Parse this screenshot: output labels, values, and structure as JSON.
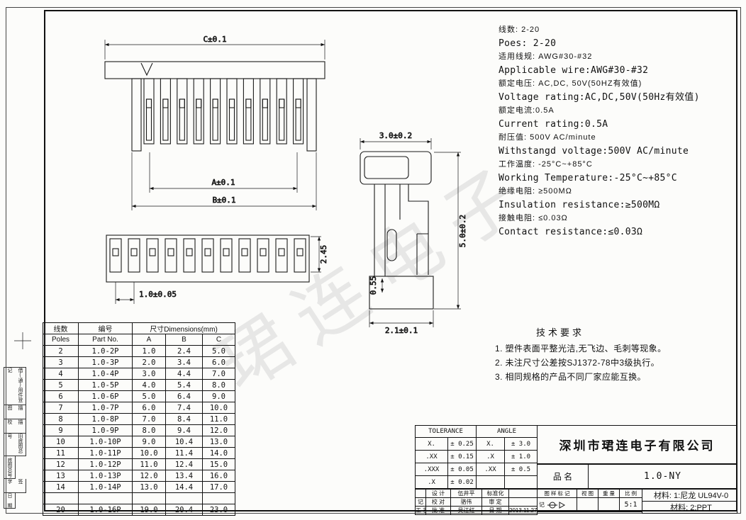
{
  "watermark": "珺连电子",
  "dims": {
    "front_width_c": "C±0.1",
    "front_width_a": "A±0.1",
    "front_width_b": "B±0.1",
    "plan_height": "2.45",
    "plan_pitch": "1.0±0.05",
    "side_top_width": "3.0±0.2",
    "side_height": "5.0±0.2",
    "side_gap": "0.55",
    "side_bottom_width": "2.1±0.1"
  },
  "specs": [
    {
      "lang": "zh",
      "text": "线数: 2-20"
    },
    {
      "lang": "en",
      "text": "Poes: 2-20"
    },
    {
      "lang": "zh",
      "text": "适用线规: AWG#30-#32"
    },
    {
      "lang": "en",
      "text": "Applicable wire:AWG#30-#32"
    },
    {
      "lang": "zh",
      "text": "额定电压: AC,DC, 50V(50HZ有效值)"
    },
    {
      "lang": "en",
      "text": "Voltage rating:AC,DC,50V(50Hz有效值)"
    },
    {
      "lang": "zh",
      "text": "额定电流:0.5A"
    },
    {
      "lang": "en",
      "text": "Current rating:0.5A"
    },
    {
      "lang": "zh",
      "text": "耐压值: 500V AC/minute"
    },
    {
      "lang": "en",
      "text": "Withstangd voltage:500V AC/minute"
    },
    {
      "lang": "zh",
      "text": "工作温度: -25°C~+85°C"
    },
    {
      "lang": "en",
      "text": "Working Temperature:-25°C~+85°C"
    },
    {
      "lang": "zh",
      "text": "绝缘电阻: ≥500MΩ"
    },
    {
      "lang": "en",
      "text": "Insulation resistance:≥500MΩ"
    },
    {
      "lang": "zh",
      "text": "接触电阻: ≤0.03Ω"
    },
    {
      "lang": "en",
      "text": "Contact resistance:≤0.03Ω"
    }
  ],
  "tech_requirements": {
    "title": "技术要求",
    "items": [
      "1. 塑件表面平整光洁,无飞边、毛刺等现象。",
      "2. 未注尺寸公差按SJ1372-78中3级执行。",
      "3. 相同规格的产品不同厂家应能互换。"
    ]
  },
  "parts_table": {
    "headers": {
      "poles_zh": "线数",
      "poles_en": "Poles",
      "part_zh": "编号",
      "part_en": "Part No.",
      "dims_group": "尺寸Dimensions(mm)",
      "col_a": "A",
      "col_b": "B",
      "col_c": "C"
    },
    "rows": [
      [
        "2",
        "1.0-2P",
        "1.0",
        "2.4",
        "5.0"
      ],
      [
        "3",
        "1.0-3P",
        "2.0",
        "3.4",
        "6.0"
      ],
      [
        "4",
        "1.0-4P",
        "3.0",
        "4.4",
        "7.0"
      ],
      [
        "5",
        "1.0-5P",
        "4.0",
        "5.4",
        "8.0"
      ],
      [
        "6",
        "1.0-6P",
        "5.0",
        "6.4",
        "9.0"
      ],
      [
        "7",
        "1.0-7P",
        "6.0",
        "7.4",
        "10.0"
      ],
      [
        "8",
        "1.0-8P",
        "7.0",
        "8.4",
        "11.0"
      ],
      [
        "9",
        "1.0-9P",
        "8.0",
        "9.4",
        "12.0"
      ],
      [
        "10",
        "1.0-10P",
        "9.0",
        "10.4",
        "13.0"
      ],
      [
        "11",
        "1.0-11P",
        "10.0",
        "11.4",
        "14.0"
      ],
      [
        "12",
        "1.0-12P",
        "11.0",
        "12.4",
        "15.0"
      ],
      [
        "13",
        "1.0-13P",
        "12.0",
        "13.4",
        "16.0"
      ],
      [
        "14",
        "1.0-14P",
        "13.0",
        "14.4",
        "17.0"
      ],
      [
        "",
        "",
        "",
        "",
        ""
      ],
      [
        "20",
        "1.0-16P",
        "19.0",
        "20.4",
        "23.0"
      ]
    ]
  },
  "title_block": {
    "tolerance": {
      "header_left": "TOLERANCE",
      "header_right": "ANGLE",
      "rows": [
        [
          "X.",
          "± 0.25",
          "X.",
          "± 3.0"
        ],
        [
          ".XX",
          "± 0.15",
          ".X",
          "± 1.0"
        ],
        [
          ".XXX",
          "± 0.05",
          ".XX",
          "± 0.5"
        ],
        [
          ".X",
          "± 0.02",
          "",
          ""
        ]
      ]
    },
    "company": "深圳市珺连电子有限公司",
    "product_label": "品 名",
    "product_value": "1.0-NY",
    "sign_col": [
      "",
      "记",
      "工 艺"
    ],
    "sign_rows": [
      [
        "设 计",
        "伍井平",
        "标准化",
        ""
      ],
      [
        "校 对",
        "骆伟",
        "审 定",
        ""
      ],
      [
        "批 准",
        "吴江红",
        "日 期",
        "2013.11.27"
      ]
    ],
    "marks_headers": [
      "图 样 标 记",
      "视 图",
      "重 量",
      "比 例"
    ],
    "marks_note": "记",
    "scale": "5:1",
    "material1": "材料: 1:尼龙 UL94V-0",
    "material2": "材料: 2:PPT"
  },
  "margin_labels": [
    "借(通)用件登记",
    "描 图",
    "描 校",
    "旧底图总号",
    "底图总号",
    "签 字",
    "日 期"
  ]
}
